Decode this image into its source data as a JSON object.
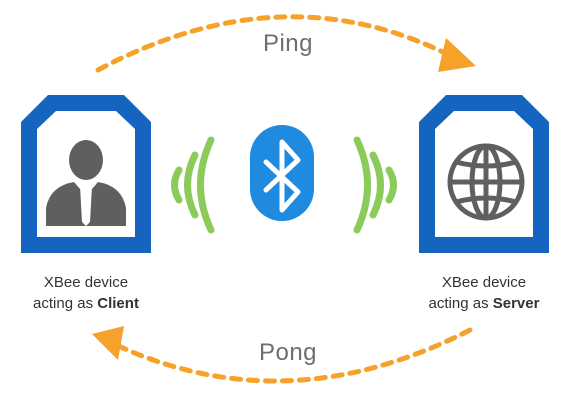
{
  "colors": {
    "device_blue": "#1565c0",
    "bluetooth_blue": "#1e8ae0",
    "signal_green": "#8acb5a",
    "arrow_orange": "#f5a12a",
    "icon_grey": "#5f5f5f",
    "label_grey": "#6e6e6e"
  },
  "arrows": {
    "top_label": "Ping",
    "bottom_label": "Pong"
  },
  "client": {
    "icon": "user-icon",
    "caption_line1": "XBee device",
    "caption_prefix": "acting as ",
    "caption_role": "Client"
  },
  "server": {
    "icon": "globe-icon",
    "caption_line1": "XBee device",
    "caption_prefix": "acting as ",
    "caption_role": "Server"
  },
  "center": {
    "icon": "bluetooth-icon"
  }
}
